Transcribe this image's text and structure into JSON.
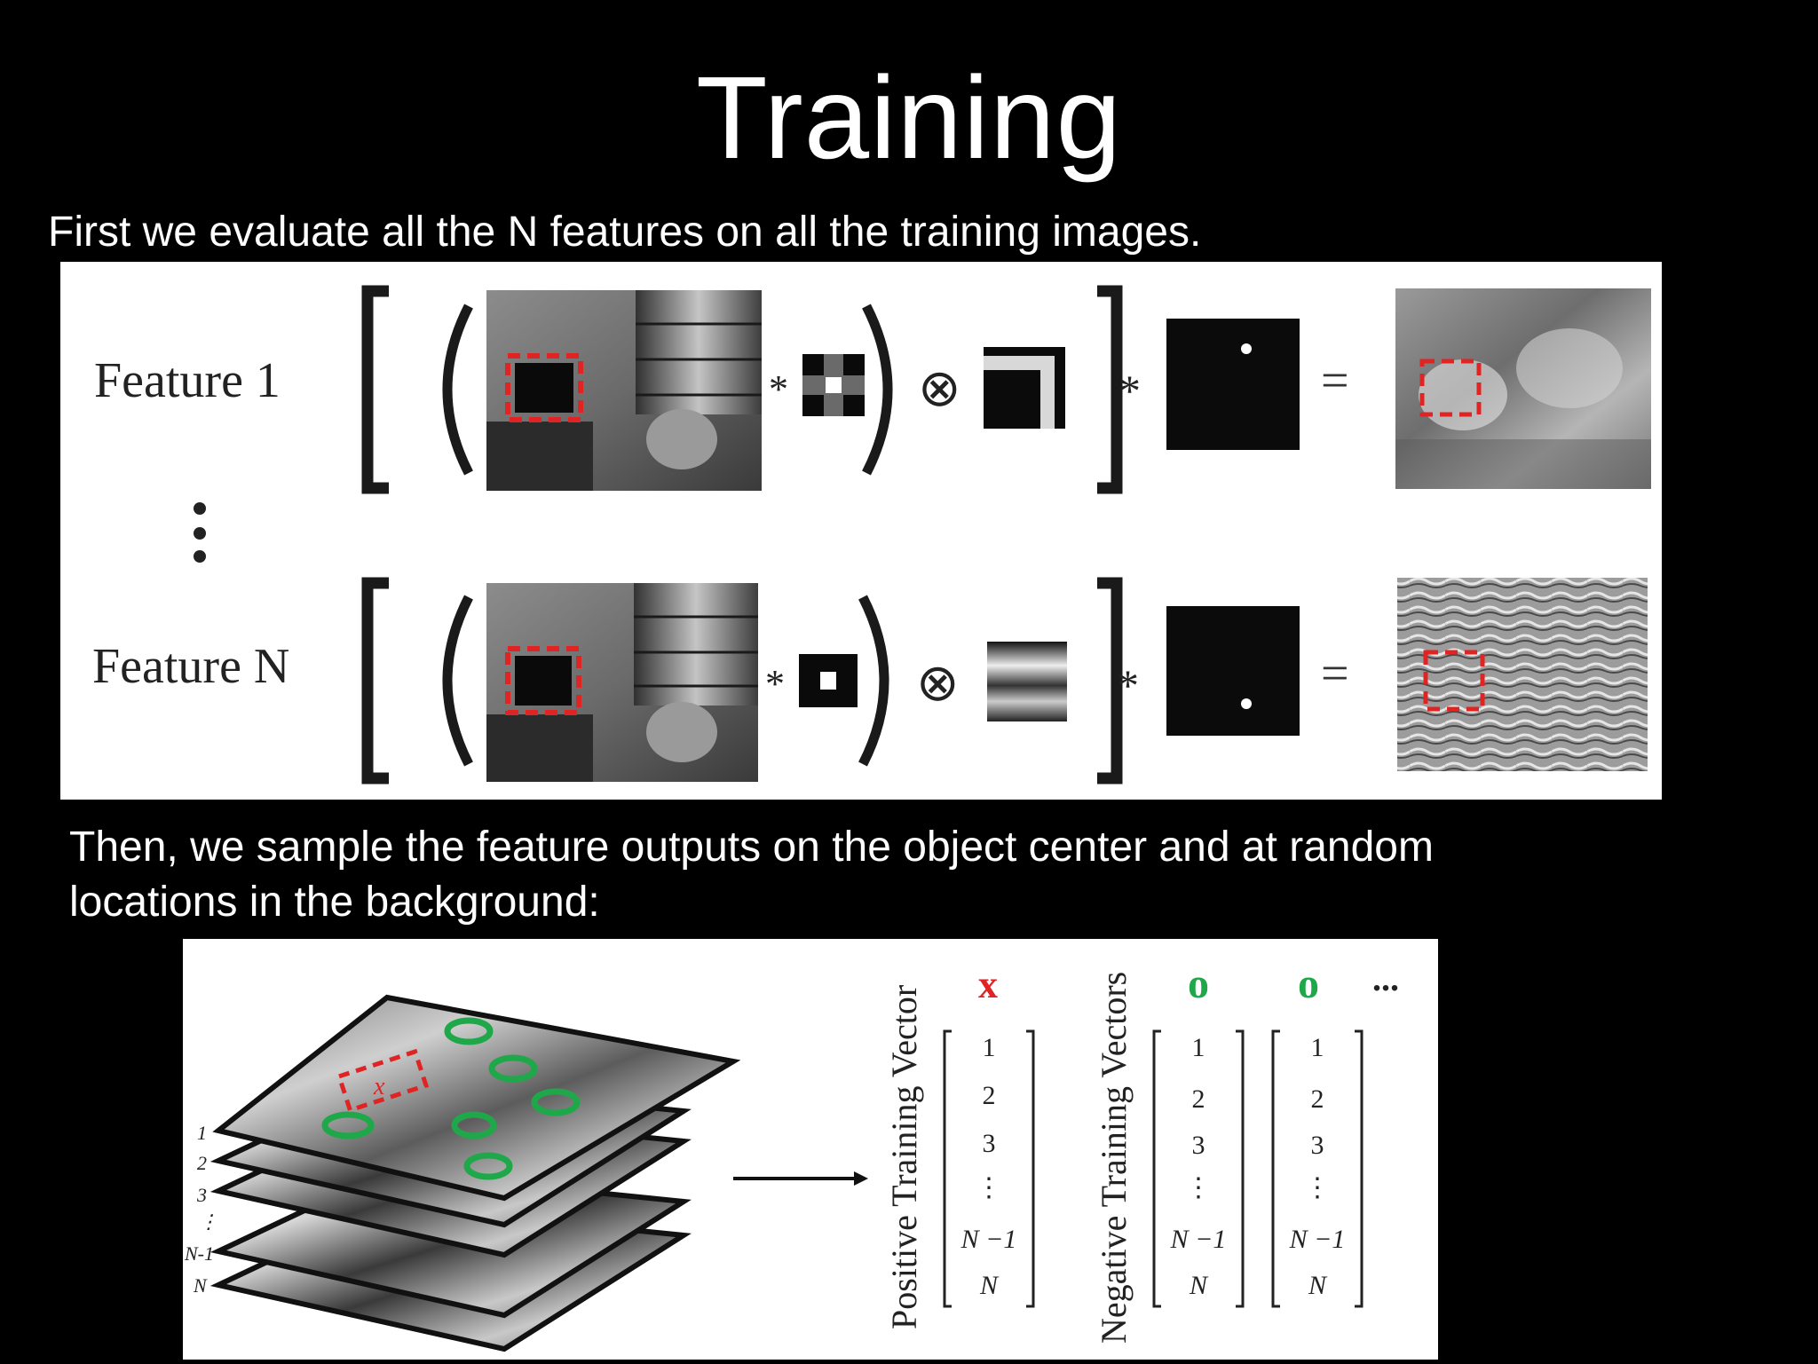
{
  "slide": {
    "title": "Training",
    "line1": "First we evaluate all the N features on all the training images.",
    "line2": "Then, we sample the feature outputs on the object center and at random locations in the background:"
  },
  "equation_diagram": {
    "row1_label": "Feature 1",
    "row2_label": "Feature N",
    "vdots": "⋮",
    "conv": "*",
    "outer": "⊗",
    "equals": "="
  },
  "sampling_diagram": {
    "layer_labels": [
      "1",
      "2",
      "3",
      "⋮",
      "N-1",
      "N"
    ],
    "positive_title": "Positive Training Vector",
    "negative_title": "Negative Training Vectors",
    "positive_marker": "x",
    "negative_marker": "o",
    "more": "...",
    "vector_entries": [
      "1",
      "2",
      "3",
      "⋮",
      "N −1",
      "N"
    ]
  },
  "colors": {
    "background": "#000000",
    "highlight_red": "#e02424",
    "sample_green": "#1fa84a"
  }
}
